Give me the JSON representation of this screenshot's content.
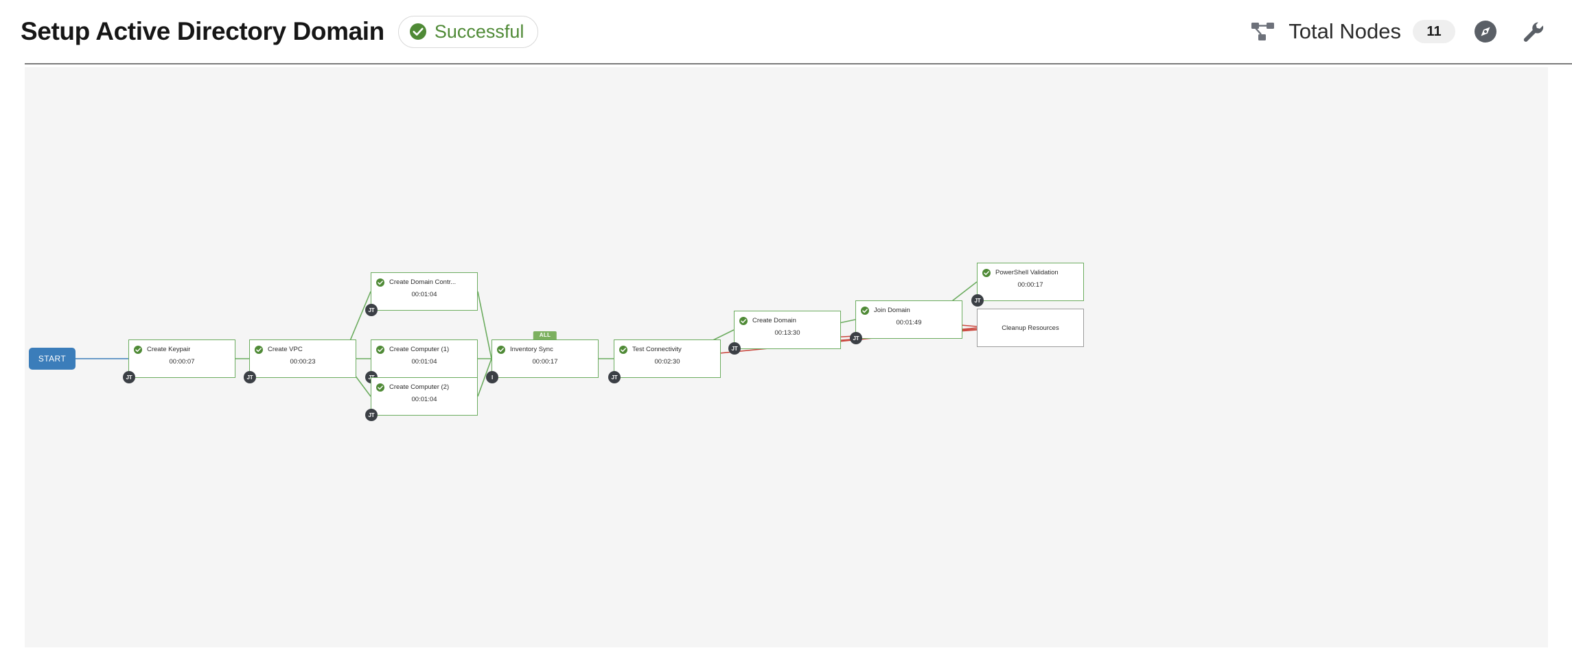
{
  "header": {
    "title": "Setup Active Directory Domain",
    "status": {
      "label": "Successful",
      "icon": "check-circle-icon",
      "color": "#4f8a36"
    },
    "hierarchy_icon": "hierarchy-icon",
    "total_nodes_label": "Total Nodes",
    "total_nodes_count": "11",
    "compass_icon": "compass-icon",
    "wrench_icon": "wrench-icon"
  },
  "canvas": {
    "start_label": "START",
    "nodes": [
      {
        "id": "create-keypair",
        "title": "Create Keypair",
        "duration": "00:00:07",
        "badge": "JT",
        "state": "success",
        "tag": null
      },
      {
        "id": "create-vpc",
        "title": "Create VPC",
        "duration": "00:00:23",
        "badge": "JT",
        "state": "success",
        "tag": null
      },
      {
        "id": "create-domain-controller",
        "title": "Create Domain Contr...",
        "duration": "00:01:04",
        "badge": "JT",
        "state": "success",
        "tag": null
      },
      {
        "id": "create-computer-1",
        "title": "Create Computer (1)",
        "duration": "00:01:04",
        "badge": "JT",
        "state": "success",
        "tag": null
      },
      {
        "id": "create-computer-2",
        "title": "Create Computer (2)",
        "duration": "00:01:04",
        "badge": "JT",
        "state": "success",
        "tag": null
      },
      {
        "id": "inventory-sync",
        "title": "Inventory Sync",
        "duration": "00:00:17",
        "badge": "I",
        "state": "success",
        "tag": "ALL"
      },
      {
        "id": "test-connectivity",
        "title": "Test Connectivity",
        "duration": "00:02:30",
        "badge": "JT",
        "state": "success",
        "tag": null
      },
      {
        "id": "create-domain",
        "title": "Create Domain",
        "duration": "00:13:30",
        "badge": "JT",
        "state": "success",
        "tag": null
      },
      {
        "id": "join-domain",
        "title": "Join Domain",
        "duration": "00:01:49",
        "badge": "JT",
        "state": "success",
        "tag": null
      },
      {
        "id": "powershell-validation",
        "title": "PowerShell Validation",
        "duration": "00:00:17",
        "badge": "JT",
        "state": "success",
        "tag": null
      },
      {
        "id": "cleanup-resources",
        "title": "Cleanup Resources",
        "duration": null,
        "badge": null,
        "state": "notrun",
        "tag": null
      }
    ],
    "colors": {
      "success_border": "#6aab5d",
      "notrun_border": "#9a9a9a",
      "success_edge": "#6aab5d",
      "failure_edge": "#cb4b42",
      "start_edge": "#3b7dba",
      "start_fill": "#3b7dba",
      "canvas_bg": "#f5f5f5",
      "badge_fill": "#3b3f45",
      "tag_fill": "#7cb05f"
    }
  }
}
